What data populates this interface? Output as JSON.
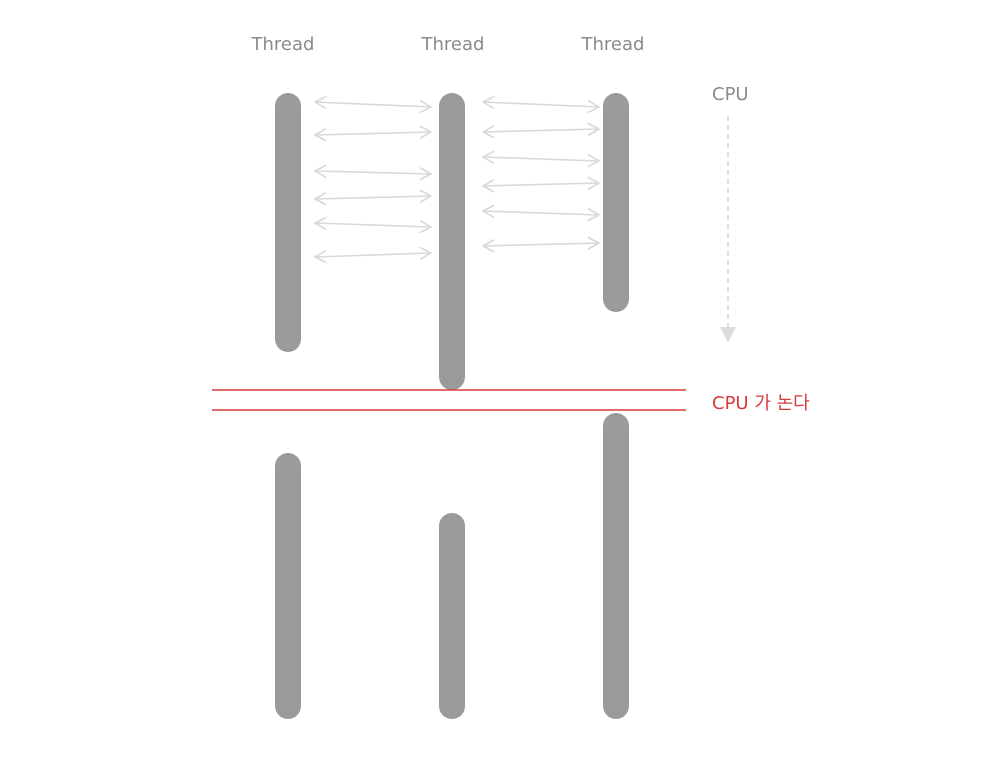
{
  "thread_labels": [
    "Thread",
    "Thread",
    "Thread"
  ],
  "cpu_label": "CPU",
  "idle_label": "CPU 가 논다",
  "colors": {
    "thread_bar": "#9a9a9a",
    "label_text": "#8a8a8a",
    "exchange_arrow": "#d9d9d9",
    "cpu_timeline": "#dddddd",
    "idle_marker": "#d63a3a"
  },
  "icons": {
    "exchange": "double-headed-arrow",
    "timeline": "dashed-down-arrow"
  }
}
